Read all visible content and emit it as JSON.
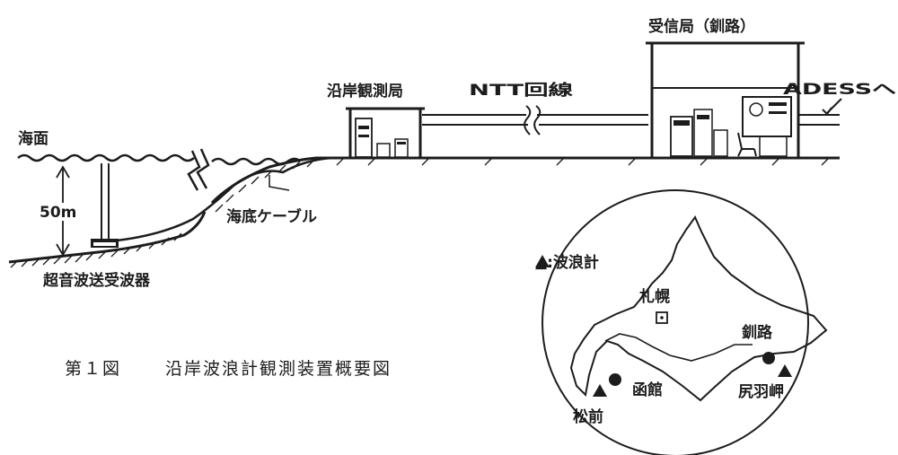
{
  "labels": {
    "corner_fragment": "",
    "sea_surface": "海面",
    "depth": "50m",
    "sensor": "超音波送受波器",
    "cable": "海底ケーブル",
    "coastal_station": "沿岸観測局",
    "ntt_line": "NTT回線",
    "receiving_station": "受信局（釧路）",
    "adess": "ADESSへ"
  },
  "caption": {
    "number": "第１図",
    "title": "沿岸波浪計観測装置概要図"
  },
  "map": {
    "legend": "▲:波浪計",
    "places": {
      "sapporo": "札幌",
      "kushiro": "釧路",
      "hakodate": "函館",
      "matsumae": "松前",
      "shiriha": "尻羽岬"
    }
  }
}
